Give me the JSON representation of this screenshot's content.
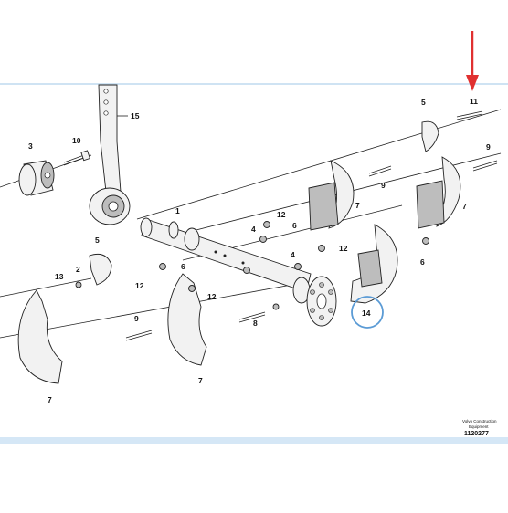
{
  "diagram": {
    "part_labels": [
      {
        "id": "p15",
        "text": "15"
      },
      {
        "id": "p3",
        "text": "3"
      },
      {
        "id": "p10",
        "text": "10"
      },
      {
        "id": "p5a",
        "text": "5"
      },
      {
        "id": "p11",
        "text": "11"
      },
      {
        "id": "p9a",
        "text": "9"
      },
      {
        "id": "p9b",
        "text": "9"
      },
      {
        "id": "p7a",
        "text": "7"
      },
      {
        "id": "p7b",
        "text": "7"
      },
      {
        "id": "p1",
        "text": "1"
      },
      {
        "id": "p4a",
        "text": "4"
      },
      {
        "id": "p12a",
        "text": "12"
      },
      {
        "id": "p6a",
        "text": "6"
      },
      {
        "id": "p6b",
        "text": "6"
      },
      {
        "id": "p5b",
        "text": "5"
      },
      {
        "id": "p4b",
        "text": "4"
      },
      {
        "id": "p12b",
        "text": "12"
      },
      {
        "id": "p6c",
        "text": "6"
      },
      {
        "id": "p13",
        "text": "13"
      },
      {
        "id": "p2",
        "text": "2"
      },
      {
        "id": "p12c",
        "text": "12"
      },
      {
        "id": "p12d",
        "text": "12"
      },
      {
        "id": "p14",
        "text": "14"
      },
      {
        "id": "p9c",
        "text": "9"
      },
      {
        "id": "p8",
        "text": "8"
      },
      {
        "id": "p7c",
        "text": "7"
      },
      {
        "id": "p7d",
        "text": "7"
      }
    ],
    "caption": {
      "line1": "Volvo Construction",
      "line2": "Equipment",
      "code": "1120277"
    },
    "highlight_color": "#5b9bd5",
    "arrow_color": "#e03030"
  }
}
